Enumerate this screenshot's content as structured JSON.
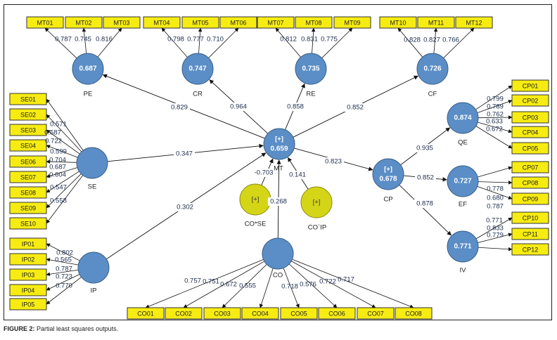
{
  "caption": {
    "label": "FIGURE 2:",
    "text": "Partial least squares outputs."
  },
  "colors": {
    "construct_fill": "#5b8ec6",
    "construct_stroke": "#3a5f8a",
    "moderator_fill": "#d5d518",
    "moderator_stroke": "#8f8f10",
    "indicator_fill": "#f7ec12",
    "indicator_stroke": "#333333",
    "line": "#111111"
  },
  "constructs": [
    {
      "id": "PE",
      "label": "PE",
      "value": "0.687",
      "type": "latent"
    },
    {
      "id": "CR",
      "label": "CR",
      "value": "0.747",
      "type": "latent"
    },
    {
      "id": "RE",
      "label": "RE",
      "value": "0.735",
      "type": "latent"
    },
    {
      "id": "CF",
      "label": "CF",
      "value": "0.726",
      "type": "latent"
    },
    {
      "id": "MT",
      "label": "MT",
      "value": "0.659",
      "badge": "[+]",
      "type": "latent"
    },
    {
      "id": "SE",
      "label": "SE",
      "value": "",
      "type": "latent"
    },
    {
      "id": "IP",
      "label": "IP",
      "value": "",
      "type": "latent"
    },
    {
      "id": "CO",
      "label": "CO",
      "value": "",
      "type": "latent"
    },
    {
      "id": "COSE",
      "label": "CO*SE",
      "value": "",
      "badge": "[+]",
      "type": "moderator"
    },
    {
      "id": "COIP",
      "label": "CO`IP",
      "value": "",
      "badge": "[+]",
      "type": "moderator"
    },
    {
      "id": "CP",
      "label": "CP",
      "value": "0.678",
      "badge": "[+]",
      "type": "latent"
    },
    {
      "id": "QE",
      "label": "QE",
      "value": "0.874",
      "type": "latent"
    },
    {
      "id": "EF",
      "label": "EF",
      "value": "0.727",
      "type": "latent"
    },
    {
      "id": "IV",
      "label": "IV",
      "value": "0.771",
      "type": "latent"
    }
  ],
  "indicators": {
    "PE": {
      "items": [
        "MT01",
        "MT02",
        "MT03"
      ],
      "loadings": [
        "0.787",
        "0.745",
        "0.816"
      ]
    },
    "CR": {
      "items": [
        "MT04",
        "MT05",
        "MT06"
      ],
      "loadings": [
        "0.798",
        "0.777",
        "0.710"
      ]
    },
    "RE": {
      "items": [
        "MT07",
        "MT08",
        "MT09"
      ],
      "loadings": [
        "0.812",
        "0.831",
        "0.775"
      ]
    },
    "CF": {
      "items": [
        "MT10",
        "MT11",
        "MT12"
      ],
      "loadings": [
        "0.828",
        "0.827",
        "0.766"
      ]
    },
    "SE": {
      "items": [
        "SE01",
        "SE02",
        "SE03",
        "SE04",
        "SE06",
        "SE07",
        "SE08",
        "SE09",
        "SE10"
      ],
      "loadings": [
        "0.571",
        "0.587",
        "0.722",
        "0.599",
        "0.704",
        "0.687",
        "0.604",
        "0.547",
        "0.558"
      ]
    },
    "IP": {
      "items": [
        "IP01",
        "IP02",
        "IP03",
        "IP04",
        "IP05"
      ],
      "loadings": [
        "0.802",
        "0.565",
        "0.787",
        "0.723",
        "0.770"
      ]
    },
    "CO": {
      "items": [
        "CO01",
        "CO02",
        "CO03",
        "CO04",
        "CO05",
        "CO06",
        "CO07",
        "CO08"
      ],
      "loadings": [
        "0.757",
        "0.751",
        "0.672",
        "0.555",
        "0.718",
        "0.576",
        "0.722",
        "0.717"
      ]
    },
    "QE": {
      "items": [
        "CP01",
        "CP02",
        "CP03",
        "CP04",
        "CP05"
      ],
      "loadings": [
        "0.799",
        "0.789",
        "0.762",
        "0.633",
        "0.672"
      ]
    },
    "EF": {
      "items": [
        "CP07",
        "CP08",
        "CP09"
      ],
      "loadings": [
        "0.778",
        "0.680",
        "0.787"
      ]
    },
    "IV": {
      "items": [
        "CP10",
        "CP11",
        "CP12"
      ],
      "loadings": [
        "0.771",
        "0.833",
        "0.779"
      ]
    }
  },
  "paths": [
    {
      "from": "MT",
      "to": "PE",
      "coef": "0.829"
    },
    {
      "from": "MT",
      "to": "CR",
      "coef": "0.964"
    },
    {
      "from": "MT",
      "to": "RE",
      "coef": "0.858"
    },
    {
      "from": "MT",
      "to": "CF",
      "coef": "0.852"
    },
    {
      "from": "SE",
      "to": "MT",
      "coef": "0.347"
    },
    {
      "from": "IP",
      "to": "MT",
      "coef": "0.302"
    },
    {
      "from": "COSE",
      "to": "MT",
      "coef": "-0.703"
    },
    {
      "from": "CO",
      "to": "MT",
      "coef": "0.268"
    },
    {
      "from": "COIP",
      "to": "MT",
      "coef": "0.141"
    },
    {
      "from": "MT",
      "to": "CP",
      "coef": "0.823"
    },
    {
      "from": "CP",
      "to": "QE",
      "coef": "0.935"
    },
    {
      "from": "CP",
      "to": "EF",
      "coef": "0.852"
    },
    {
      "from": "CP",
      "to": "IV",
      "coef": "0.878"
    }
  ]
}
